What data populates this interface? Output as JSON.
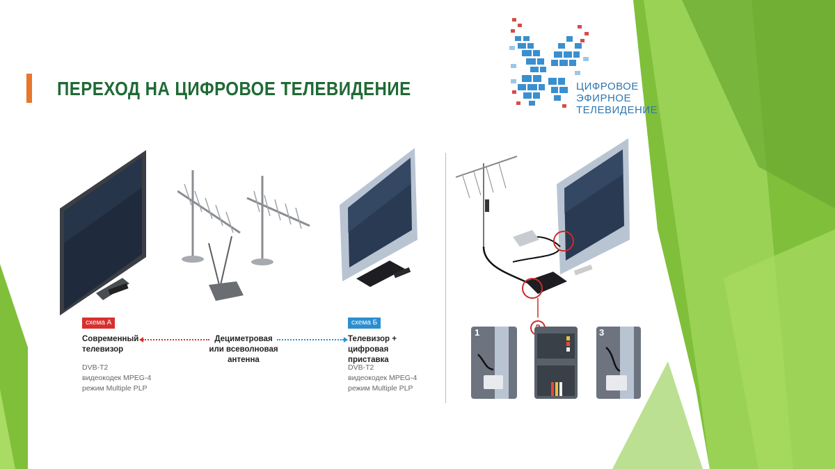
{
  "slide": {
    "title": "ПЕРЕХОД НА ЦИФРОВОЕ ТЕЛЕВИДЕНИЕ",
    "logo": {
      "line1": "ЦИФРОВОЕ",
      "line2": "ЭФИРНОЕ",
      "line3": "ТЕЛЕВИДЕНИЕ"
    },
    "scheme_a": {
      "badge": "схема А",
      "label_line1": "Современный",
      "label_line2": "телевизор",
      "spec1": "DVB-T2",
      "spec2": "видеокодек MPEG-4",
      "spec3": "режим Multiple PLP"
    },
    "antenna": {
      "label_line1": "Дециметровая",
      "label_line2": "или всеволновая",
      "label_line3": "антенна"
    },
    "scheme_b": {
      "badge": "схема Б",
      "label_line1": "Телевизор +",
      "label_line2": "цифровая приставка",
      "spec1": "DVB-T2",
      "spec2": "видеокодек MPEG-4",
      "spec3": "режим Multiple PLP"
    },
    "steps": {
      "s1": "1",
      "s2": "2",
      "s3": "3"
    }
  },
  "colors": {
    "title_green": "#1f6a35",
    "accent_orange": "#e8762b",
    "scheme_a_red": "#d8302e",
    "scheme_b_blue": "#2a8fd0",
    "logo_blue": "#2f76b0",
    "logo_red": "#d84a4a",
    "background_green": "#8bc63f"
  }
}
